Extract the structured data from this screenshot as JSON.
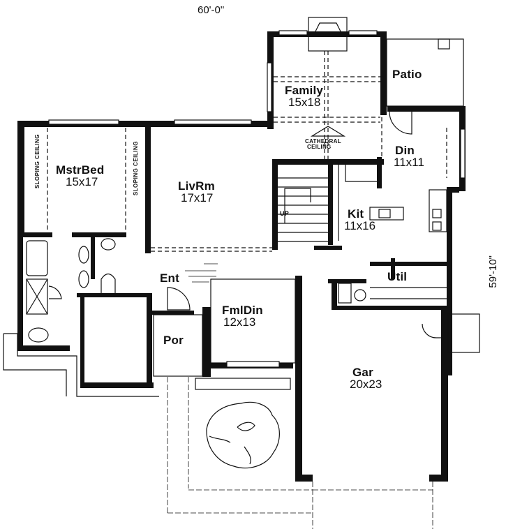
{
  "dimensions": {
    "width": "60'-0\"",
    "depth": "59'-10\""
  },
  "rooms": [
    {
      "id": "family",
      "name": "Family",
      "size": "15x18"
    },
    {
      "id": "patio",
      "name": "Patio",
      "size": ""
    },
    {
      "id": "din",
      "name": "Din",
      "size": "11x11"
    },
    {
      "id": "mstrbed",
      "name": "MstrBed",
      "size": "15x17"
    },
    {
      "id": "livrm",
      "name": "LivRm",
      "size": "17x17"
    },
    {
      "id": "kit",
      "name": "Kit",
      "size": "11x16"
    },
    {
      "id": "ent",
      "name": "Ent",
      "size": ""
    },
    {
      "id": "util",
      "name": "Util",
      "size": ""
    },
    {
      "id": "fmldin",
      "name": "FmlDin",
      "size": "12x13"
    },
    {
      "id": "por",
      "name": "Por",
      "size": ""
    },
    {
      "id": "gar",
      "name": "Gar",
      "size": "20x23"
    }
  ],
  "notes": {
    "cathedral_ceiling_1": "CATHEDRAL",
    "cathedral_ceiling_2": "CEILING",
    "sloping_ceiling_left": "SLOPING CEILING",
    "sloping_ceiling_right": "SLOPING CEILING",
    "stair_up": "UP"
  },
  "colors": {
    "wall": "#111111",
    "background": "#ffffff"
  }
}
